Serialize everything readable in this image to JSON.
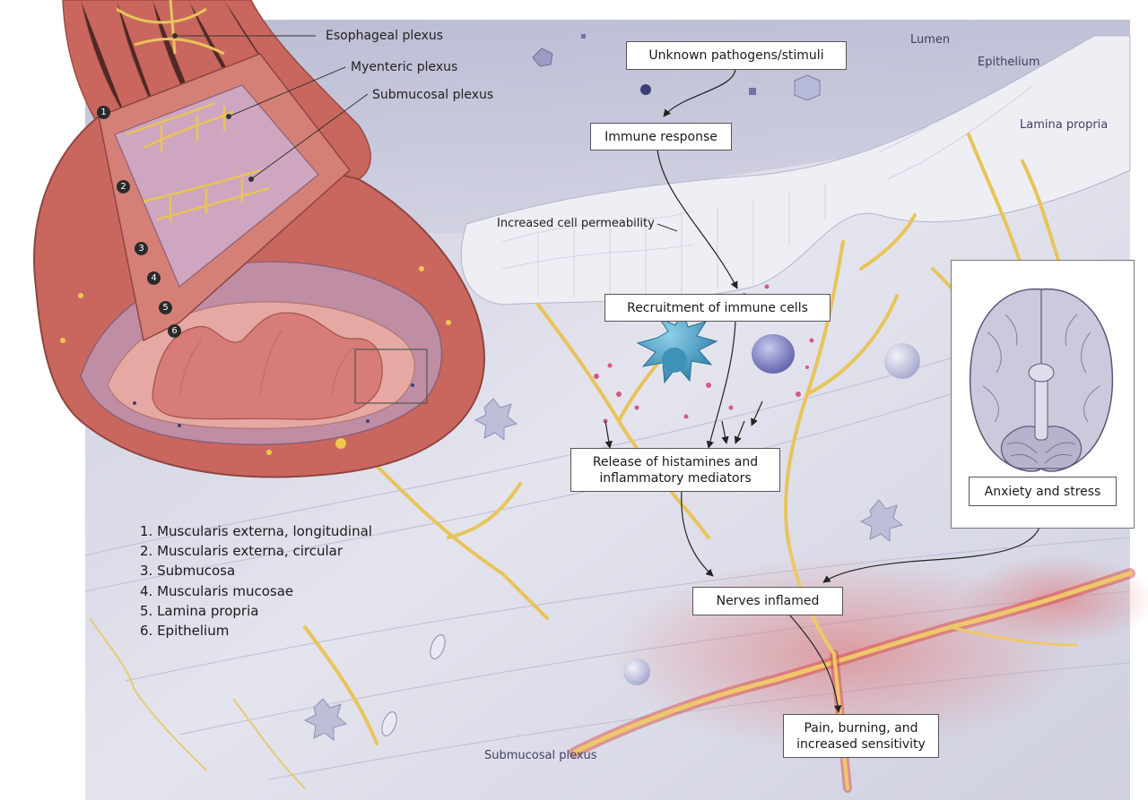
{
  "plexus_labels": {
    "esophageal": "Esophageal plexus",
    "myenteric": "Myenteric plexus",
    "submucosal": "Submucosal plexus"
  },
  "tissue_labels": {
    "lumen": "Lumen",
    "epithelium": "Epithelium",
    "lamina_propria": "Lamina propria",
    "cell_permeability": "Increased cell permeability",
    "submucosal_plexus": "Submucosal plexus"
  },
  "layer_numbers": [
    "1",
    "2",
    "3",
    "4",
    "5",
    "6"
  ],
  "legend": [
    "1. Muscularis externa, longitudinal",
    "2. Muscularis externa, circular",
    "3. Submucosa",
    "4. Muscularis mucosae",
    "5. Lamina propria",
    "6. Epithelium"
  ],
  "flow": {
    "pathogens": "Unknown pathogens/stimuli",
    "immune_response": "Immune response",
    "recruitment": "Recruitment of immune cells",
    "release_line1": "Release of histamines and",
    "release_line2": "inflammatory mediators",
    "anxiety": "Anxiety and stress",
    "nerves_inflamed": "Nerves inflamed",
    "pain_line1": "Pain, burning, and",
    "pain_line2": "increased sensitivity"
  },
  "colors": {
    "tissue_background": "#d7d8e6",
    "muscle": "#c9675e",
    "nerve": "#e8c45a",
    "inflamed_nerve": "#d8403a",
    "immune_cell": "#3f8fb3"
  }
}
